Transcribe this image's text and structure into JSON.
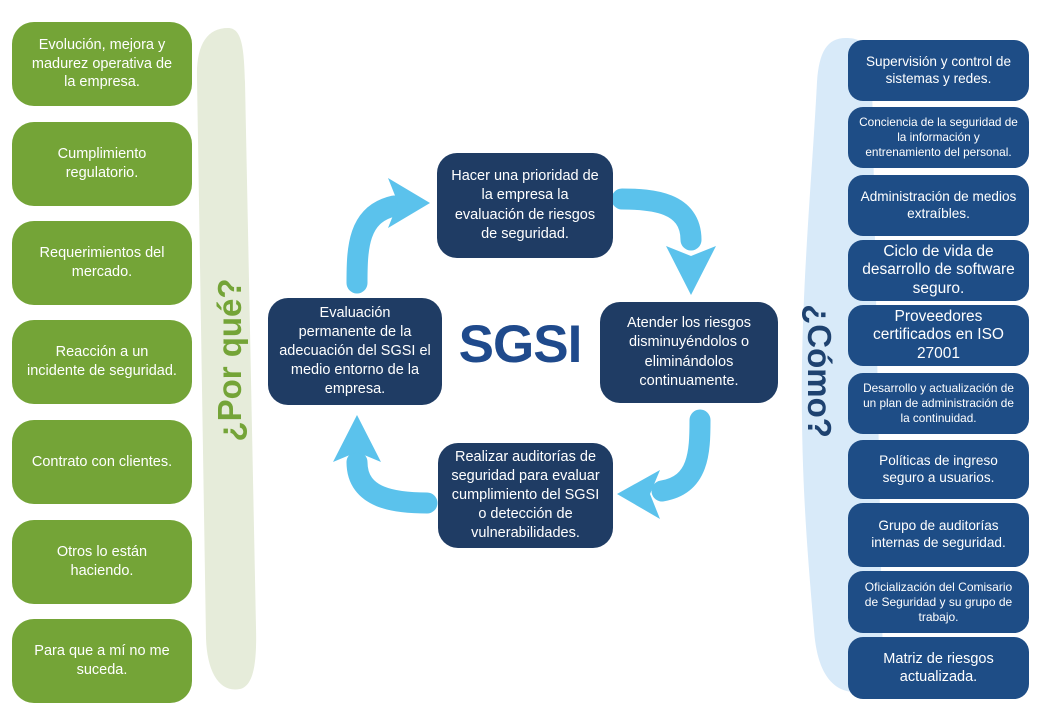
{
  "title": "SGSI",
  "colors": {
    "green_box": "#74A437",
    "pale_green_band": "#E6ECDA",
    "navy_center_box": "#1F3C64",
    "blue_right_box": "#1E4D86",
    "pale_blue_band": "#D8EAF9",
    "arrow_blue": "#5BC2EC",
    "sgsi_text": "#1F4A8C",
    "why_label_green": "#74A437",
    "how_label_navy": "#1E4270"
  },
  "left_panel": {
    "label": "¿Por qué?",
    "items": [
      {
        "text": "Evolución, mejora y madurez operativa de la empresa."
      },
      {
        "text": "Cumplimiento regulatorio."
      },
      {
        "text": "Requerimientos del mercado."
      },
      {
        "text": "Reacción a un incidente de seguridad."
      },
      {
        "text": "Contrato con clientes."
      },
      {
        "text": "Otros lo están haciendo."
      },
      {
        "text": "Para que a mí no me suceda."
      }
    ]
  },
  "cycle": {
    "center_label": "SGSI",
    "steps": [
      {
        "position": "top",
        "text": "Hacer una prioridad de la empresa la evaluación de riesgos de seguridad."
      },
      {
        "position": "right",
        "text": "Atender los riesgos disminuyéndolos o eliminándolos continuamente."
      },
      {
        "position": "bottom",
        "text": "Realizar auditorías de seguridad para evaluar cumplimiento del SGSI o detección de vulnerabilidades."
      },
      {
        "position": "left",
        "text": "Evaluación permanente de la adecuación del SGSI el medio entorno de la empresa."
      }
    ]
  },
  "right_panel": {
    "label": "¿Cómo?",
    "items": [
      {
        "text": "Supervisión y control de sistemas y redes."
      },
      {
        "text": "Conciencia de la seguridad de la información y entrenamiento del personal."
      },
      {
        "text": "Administración de medios extraíbles."
      },
      {
        "text": "Ciclo de vida de desarrollo de software seguro."
      },
      {
        "text": "Proveedores certificados en ISO 27001"
      },
      {
        "text": "Desarrollo y actualización de un plan de administración de la continuidad."
      },
      {
        "text": "Políticas de ingreso seguro a usuarios."
      },
      {
        "text": "Grupo de auditorías internas de seguridad."
      },
      {
        "text": "Oficialización del Comisario de Seguridad y su grupo de trabajo."
      },
      {
        "text": "Matriz de riesgos actualizada."
      }
    ]
  }
}
